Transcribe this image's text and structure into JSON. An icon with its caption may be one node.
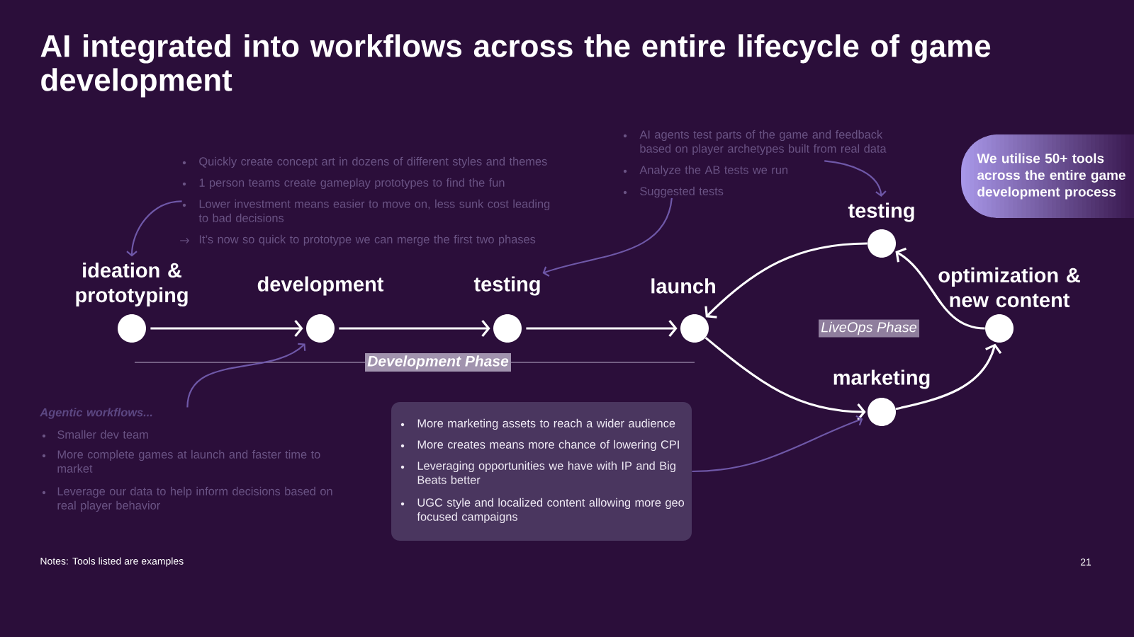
{
  "diagram": {
    "title": "AI integrated into workflows across the entire lifecycle of game development",
    "nodes": [
      {
        "text": [
          "ideation & prototyping"
        ]
      },
      {
        "text": [
          "development"
        ]
      },
      {
        "text": [
          "testing"
        ]
      },
      {
        "text": [
          "launch"
        ]
      },
      {
        "text": [
          "testing"
        ]
      },
      {
        "text": [
          "optimization & new content"
        ]
      },
      {
        "text": [
          "marketing"
        ]
      },
      {
        "text": [
          "Quickly create concept art in dozens of different styles and themes",
          "1 person teams create gameplay prototypes to find the fun",
          "Lower investment means easier to move on, less sunk cost leading to bad decisions",
          "It’s now so quick to prototype we can merge the first two phases"
        ]
      },
      {
        "text": [
          "AI agents test parts of the game and feedback based on player archetypes built from real data",
          "Analyze the AB tests we run",
          "Suggested tests"
        ]
      },
      {
        "text": [
          "Agentic workflows...",
          "Smaller dev team",
          "More complete games at launch and faster time to market",
          "Leverage our data to help inform decisions based on real player behavior"
        ]
      },
      {
        "text": [
          "More marketing assets to reach a wider audience",
          "More creates means more chance of lowering CPI",
          "Leveraging opportunities we have with IP and Big Beats better",
          "UGC style and localized content allowing more geo focused campaigns"
        ]
      },
      {
        "text": [
          "We utilise 50+ tools across the entire game development process"
        ]
      }
    ],
    "edges": [
      {
        "from": 0,
        "to": 1,
        "arrow": "to"
      },
      {
        "from": 1,
        "to": 2,
        "arrow": "to"
      },
      {
        "from": 2,
        "to": 3,
        "arrow": "to"
      },
      {
        "from": 3,
        "to": 6,
        "arrow": "to"
      },
      {
        "from": 6,
        "to": 5,
        "arrow": "to"
      },
      {
        "from": 5,
        "to": 4,
        "arrow": "to"
      },
      {
        "from": 4,
        "to": 3,
        "arrow": "to"
      },
      {
        "from": 7,
        "to": 0,
        "arrow": "to",
        "color": "#6f58a8"
      },
      {
        "from": 8,
        "to": 2,
        "arrow": "to",
        "color": "#6f58a8"
      },
      {
        "from": 8,
        "to": 4,
        "arrow": "to",
        "color": "#6f58a8"
      },
      {
        "from": 9,
        "to": 1,
        "arrow": "to",
        "color": "#6f58a8"
      },
      {
        "from": 10,
        "to": 6,
        "arrow": "to",
        "color": "#6f58a8"
      }
    ],
    "labels": [
      "Development Phase",
      "LiveOps Phase",
      "Notes: Tools listed are examples",
      "21"
    ]
  }
}
